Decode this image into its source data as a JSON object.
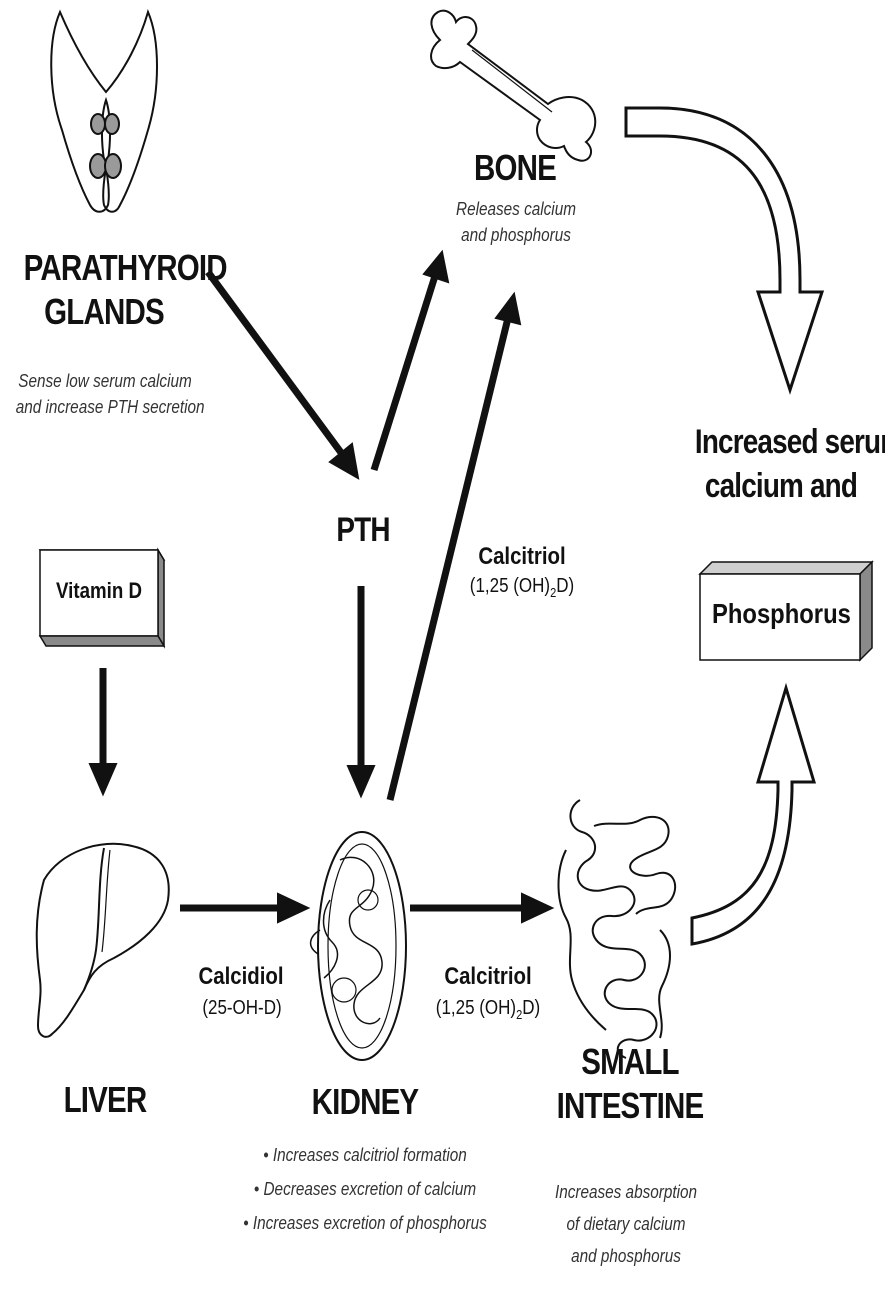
{
  "nodes": {
    "parathyroid": {
      "title_lines": [
        "PARATHYROID",
        "GLANDS"
      ],
      "caption_lines": [
        "Sense low serum calcium",
        "and  increase PTH secretion"
      ]
    },
    "bone": {
      "title": "BONE",
      "caption_lines": [
        "Releases calcium",
        "and phosphorus"
      ]
    },
    "pth": {
      "label": "PTH"
    },
    "vitamin_d": {
      "label": "Vitamin D"
    },
    "liver": {
      "title": "LIVER"
    },
    "kidney": {
      "title": "KIDNEY",
      "bullets": [
        "• Increases calcitriol formation",
        "• Decreases excretion of calcium",
        "• Increases excretion of phosphorus"
      ]
    },
    "small_intestine": {
      "title_lines": [
        "SMALL",
        "INTESTINE"
      ],
      "caption_lines": [
        "Increases absorption",
        "of dietary calcium",
        "and phosphorus"
      ]
    },
    "result": {
      "title_lines": [
        "Increased serum",
        "calcium and"
      ],
      "box_label": "Phosphorus"
    }
  },
  "edges": {
    "calcitriol_to_bone": {
      "label": "Calcitriol",
      "sub_prefix": "(1,25 (OH)",
      "sub_subscript": "2",
      "sub_suffix": "D)"
    },
    "calcidiol": {
      "label": "Calcidiol",
      "sub": "(25-OH-D)"
    },
    "calcitriol_to_intestine": {
      "label": "Calcitriol",
      "sub_prefix": "(1,25 (OH)",
      "sub_subscript": "2",
      "sub_suffix": "D)"
    }
  },
  "colors": {
    "ink": "#111111",
    "gland_fill": "#9a9a9a",
    "box_top": "#cfcfcf",
    "box_side": "#8a8a8a"
  }
}
